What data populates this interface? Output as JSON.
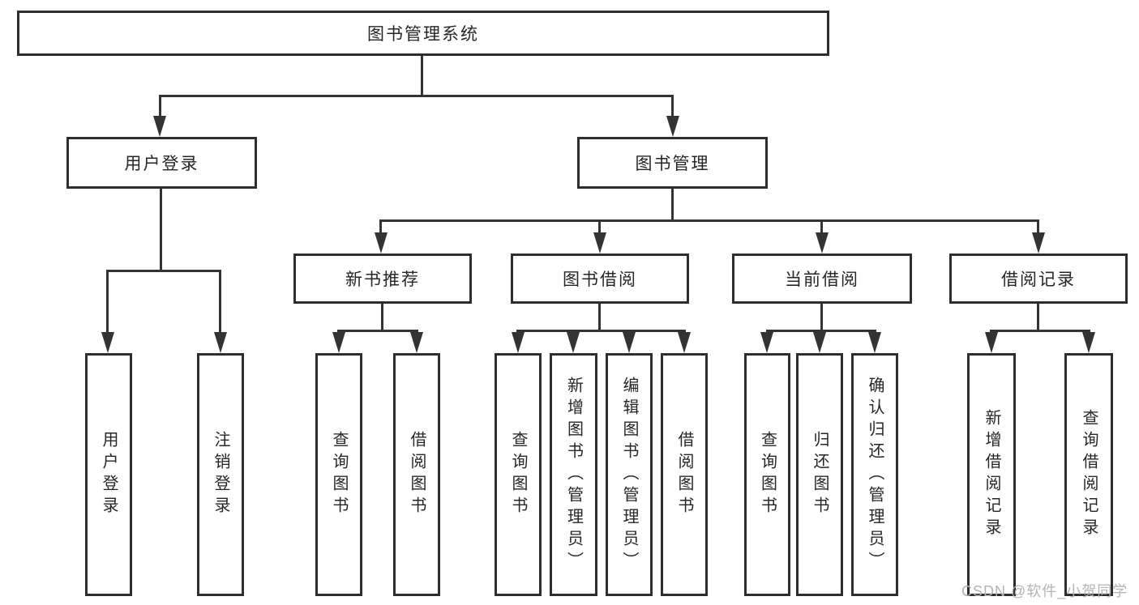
{
  "diagram_type": "tree",
  "tree": {
    "label": "图书管理系统",
    "children": [
      {
        "label": "用户登录",
        "children": [
          {
            "label": "用户登录"
          },
          {
            "label": "注销登录"
          }
        ]
      },
      {
        "label": "图书管理",
        "children": [
          {
            "label": "新书推荐",
            "children": [
              {
                "label": "查询图书"
              },
              {
                "label": "借阅图书"
              }
            ]
          },
          {
            "label": "图书借阅",
            "children": [
              {
                "label": "查询图书"
              },
              {
                "label": "新增图书（管理员）"
              },
              {
                "label": "编辑图书（管理员）"
              },
              {
                "label": "借阅图书"
              }
            ]
          },
          {
            "label": "当前借阅",
            "children": [
              {
                "label": "查询图书"
              },
              {
                "label": "归还图书"
              },
              {
                "label": "确认归还（管理员）"
              }
            ]
          },
          {
            "label": "借阅记录",
            "children": [
              {
                "label": "新增借阅记录"
              },
              {
                "label": "查询借阅记录"
              }
            ]
          }
        ]
      }
    ]
  },
  "watermark": {
    "text": "CSDN @软件_小贺同学"
  },
  "colors": {
    "line": "#333333",
    "box_border": "#2e2e2e",
    "text": "#262626",
    "watermark": "#b3b3b3",
    "background": "#ffffff"
  }
}
